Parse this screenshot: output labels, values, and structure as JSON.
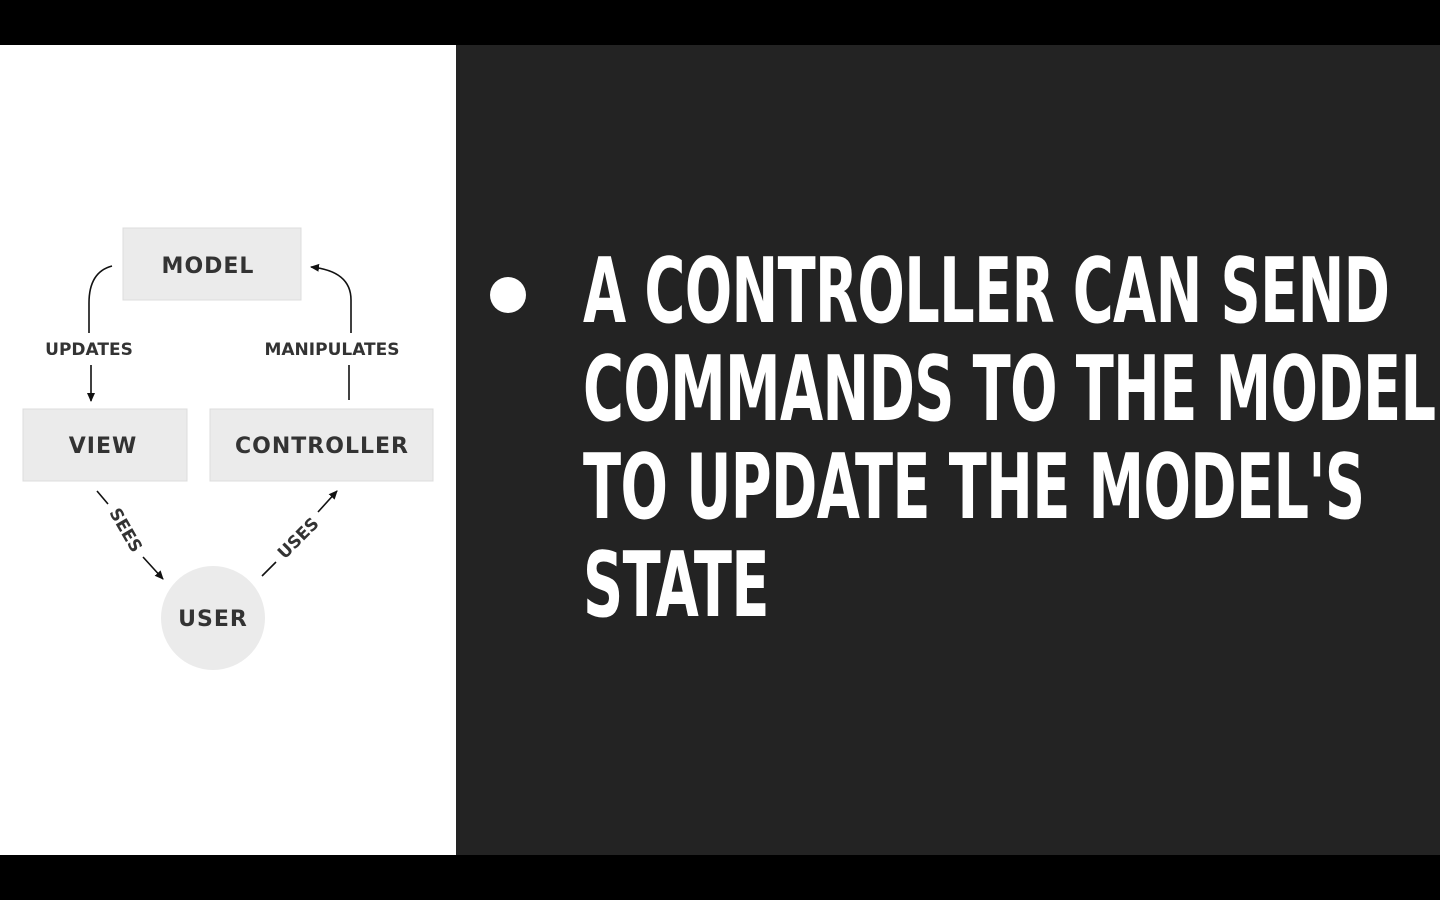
{
  "diagram": {
    "model_label": "MODEL",
    "view_label": "VIEW",
    "controller_label": "CONTROLLER",
    "user_label": "USER",
    "updates_label": "UPDATES",
    "manipulates_label": "MANIPULATES",
    "sees_label": "SEES",
    "uses_label": "USES"
  },
  "slide": {
    "bullet_text": "A CONTROLLER CAN SEND\nCOMMANDS TO THE MODEL\nTO UPDATE THE MODEL'S\nSTATE"
  },
  "colors": {
    "diagram_background": "#ffffff",
    "box_fill": "#ebebeb",
    "diagram_text": "#333333",
    "slide_background": "#232323",
    "slide_text": "#ffffff",
    "letterbox": "#000000"
  }
}
